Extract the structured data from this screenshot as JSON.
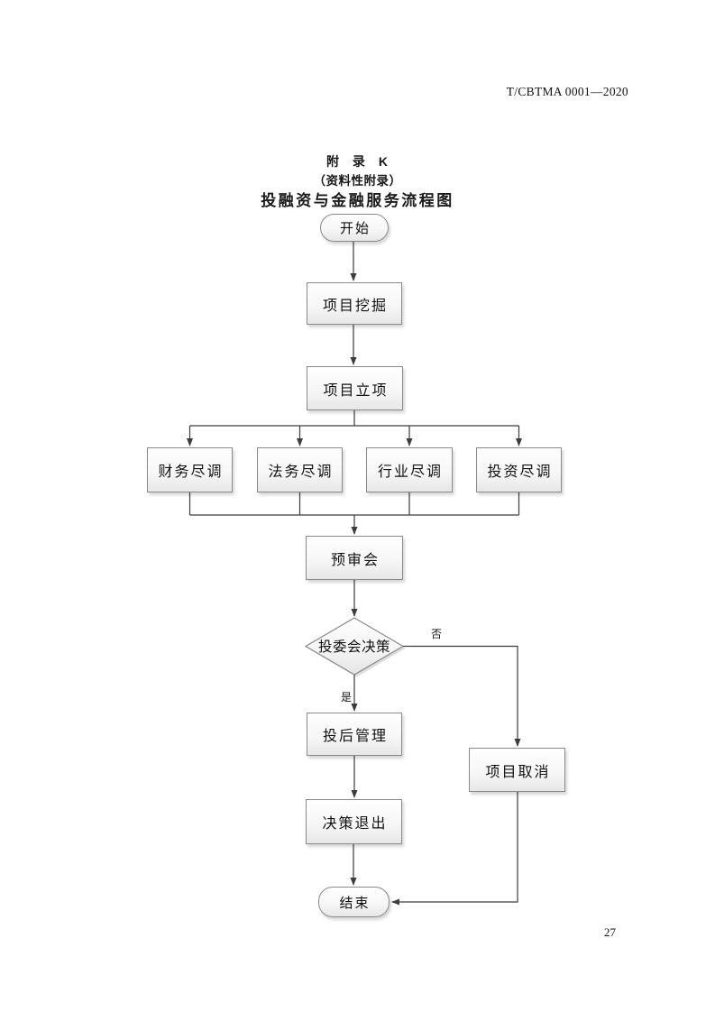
{
  "document": {
    "standard_number": "T/CBTMA 0001—2020",
    "page_number": "27"
  },
  "title_block": {
    "appendix_label": "附 录 K",
    "appendix_type": "（资料性附录）",
    "figure_title": "投融资与金融服务流程图"
  },
  "flowchart": {
    "nodes": {
      "start": {
        "label": "开始",
        "shape": "terminator"
      },
      "project_mining": {
        "label": "项目挖掘",
        "shape": "process"
      },
      "project_approval": {
        "label": "项目立项",
        "shape": "process"
      },
      "dd_financial": {
        "label": "财务尽调",
        "shape": "process"
      },
      "dd_legal": {
        "label": "法务尽调",
        "shape": "process"
      },
      "dd_industry": {
        "label": "行业尽调",
        "shape": "process"
      },
      "dd_investment": {
        "label": "投资尽调",
        "shape": "process"
      },
      "pre_review": {
        "label": "预审会",
        "shape": "process"
      },
      "committee_decision": {
        "label": "投委会决策",
        "shape": "decision"
      },
      "post_investment": {
        "label": "投后管理",
        "shape": "process"
      },
      "decision_exit": {
        "label": "决策退出",
        "shape": "process"
      },
      "project_cancel": {
        "label": "项目取消",
        "shape": "process"
      },
      "end": {
        "label": "结束",
        "shape": "terminator"
      }
    },
    "edge_labels": {
      "yes": "是",
      "no": "否"
    },
    "edges": [
      {
        "from": "start",
        "to": "project_mining"
      },
      {
        "from": "project_mining",
        "to": "project_approval"
      },
      {
        "from": "project_approval",
        "to": "dd_financial"
      },
      {
        "from": "project_approval",
        "to": "dd_legal"
      },
      {
        "from": "project_approval",
        "to": "dd_industry"
      },
      {
        "from": "project_approval",
        "to": "dd_investment"
      },
      {
        "from": "dd_financial",
        "to": "pre_review"
      },
      {
        "from": "dd_legal",
        "to": "pre_review"
      },
      {
        "from": "dd_industry",
        "to": "pre_review"
      },
      {
        "from": "dd_investment",
        "to": "pre_review"
      },
      {
        "from": "pre_review",
        "to": "committee_decision"
      },
      {
        "from": "committee_decision",
        "to": "post_investment",
        "label": "是"
      },
      {
        "from": "committee_decision",
        "to": "project_cancel",
        "label": "否"
      },
      {
        "from": "post_investment",
        "to": "decision_exit"
      },
      {
        "from": "decision_exit",
        "to": "end"
      },
      {
        "from": "project_cancel",
        "to": "end"
      }
    ]
  },
  "colors": {
    "line": "#3c3c3c",
    "node_border": "#8a8a8a",
    "node_fill_bottom": "#e7e7e7",
    "text": "#111111"
  }
}
